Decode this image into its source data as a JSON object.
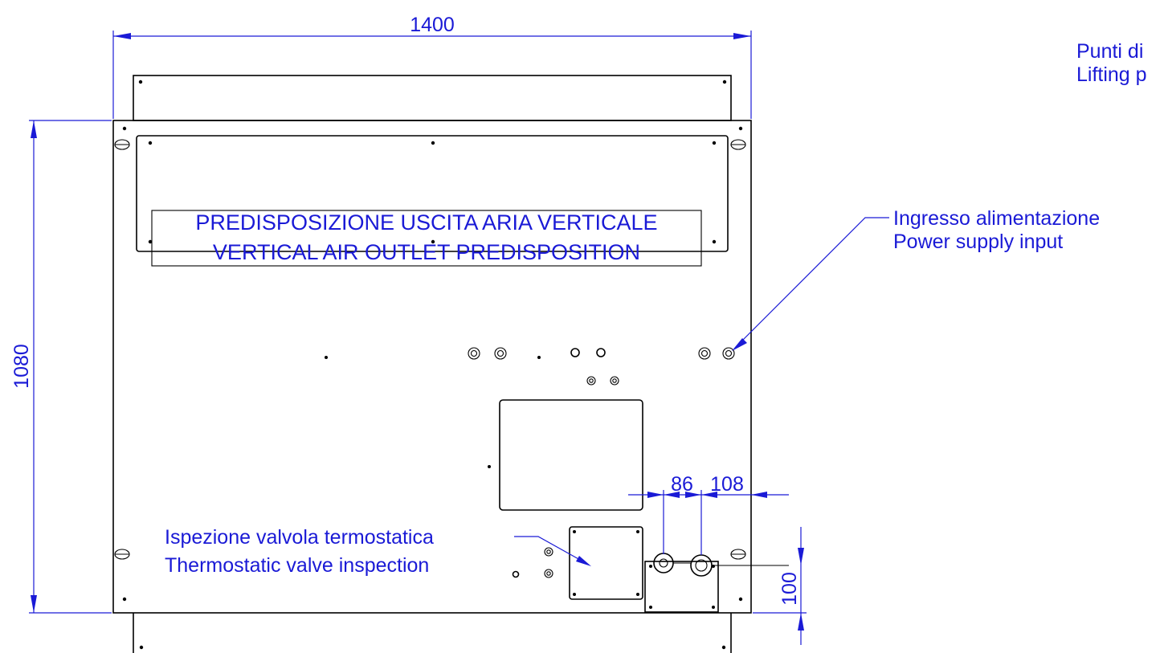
{
  "dimensions": {
    "width": "1400",
    "height": "1080",
    "offset_a": "86",
    "offset_b": "108",
    "offset_c": "100"
  },
  "labels": {
    "lifting_line1": "Punti di",
    "lifting_line2": "Lifting p",
    "panel_line1": "PREDISPOSIZIONE USCITA ARIA VERTICALE",
    "panel_line2": "VERTICAL AIR OUTLET PREDISPOSITION",
    "power_line1": "Ingresso alimentazione",
    "power_line2": "Power supply input",
    "valve_line1": "Ispezione valvola termostatica",
    "valve_line2": "Thermostatic valve inspection"
  },
  "colors": {
    "annotation": "#1a1ad6",
    "outline": "#000000"
  }
}
